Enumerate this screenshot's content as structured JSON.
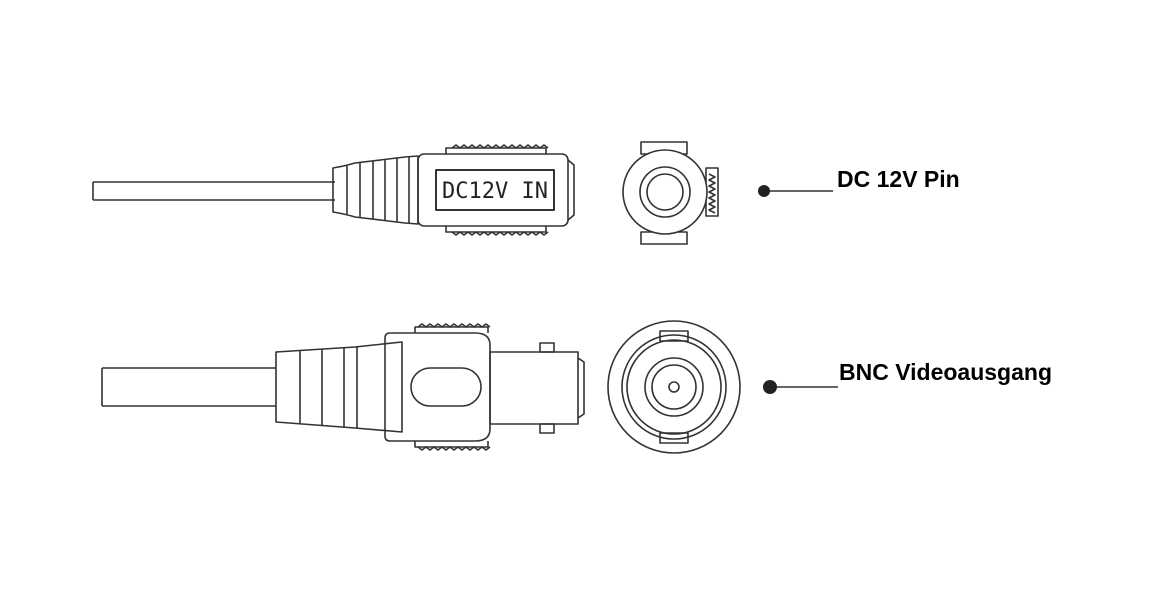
{
  "connectors": {
    "dc": {
      "body_text": "DC12V IN",
      "callout": "DC 12V Pin"
    },
    "bnc": {
      "callout": "BNC Videoausgang"
    }
  },
  "colors": {
    "line": "#333333",
    "background": "#ffffff",
    "callout_dot": "#222222"
  }
}
